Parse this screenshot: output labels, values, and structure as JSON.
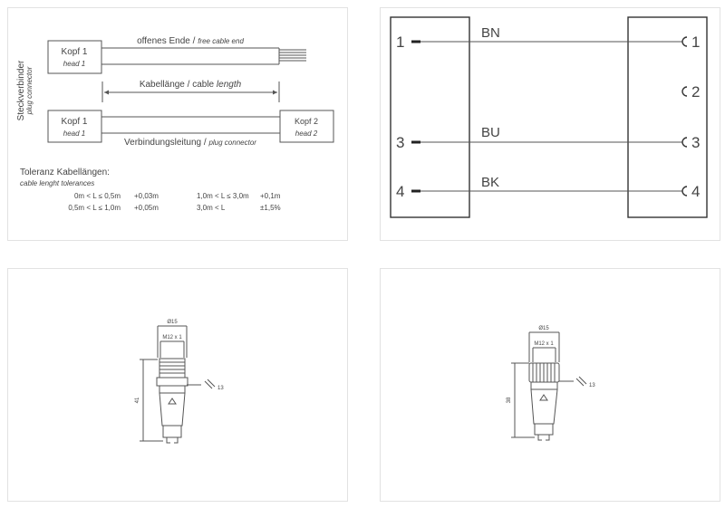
{
  "cable_diagram": {
    "side_label": "Steckverbinder",
    "side_label_en": "plug connector",
    "head1": "Kopf 1",
    "head1_en": "head 1",
    "head2": "Kopf 2",
    "head2_en": "head 2",
    "open_end": "offenes Ende /",
    "open_end_en": "free cable end",
    "length": "Kabellänge / cable",
    "length_en": "length",
    "connection": "Verbindungsleitung /",
    "connection_en": "plug connector",
    "tolerance_title": "Toleranz Kabellängen:",
    "tolerance_title_en": "cable lenght tolerances",
    "tolerances": [
      {
        "range": "0m < L ≤ 0,5m",
        "value": "+0,03m"
      },
      {
        "range": "0,5m < L ≤ 1,0m",
        "value": "+0,05m"
      },
      {
        "range": "1,0m < L ≤ 3,0m",
        "value": "+0,1m"
      },
      {
        "range": "3,0m < L",
        "value": "±1,5%"
      }
    ]
  },
  "wiring": {
    "left_pins": [
      "1",
      "3",
      "4"
    ],
    "right_pins": [
      "1",
      "2",
      "3",
      "4"
    ],
    "wires": [
      "BN",
      "BU",
      "BK"
    ]
  },
  "male_drawing": {
    "diameter": "Ø15",
    "thread": "M12 x 1",
    "length": "41",
    "wrench": "13"
  },
  "female_drawing": {
    "diameter": "Ø15",
    "thread": "M12 x 1",
    "length": "38",
    "wrench": "13"
  }
}
